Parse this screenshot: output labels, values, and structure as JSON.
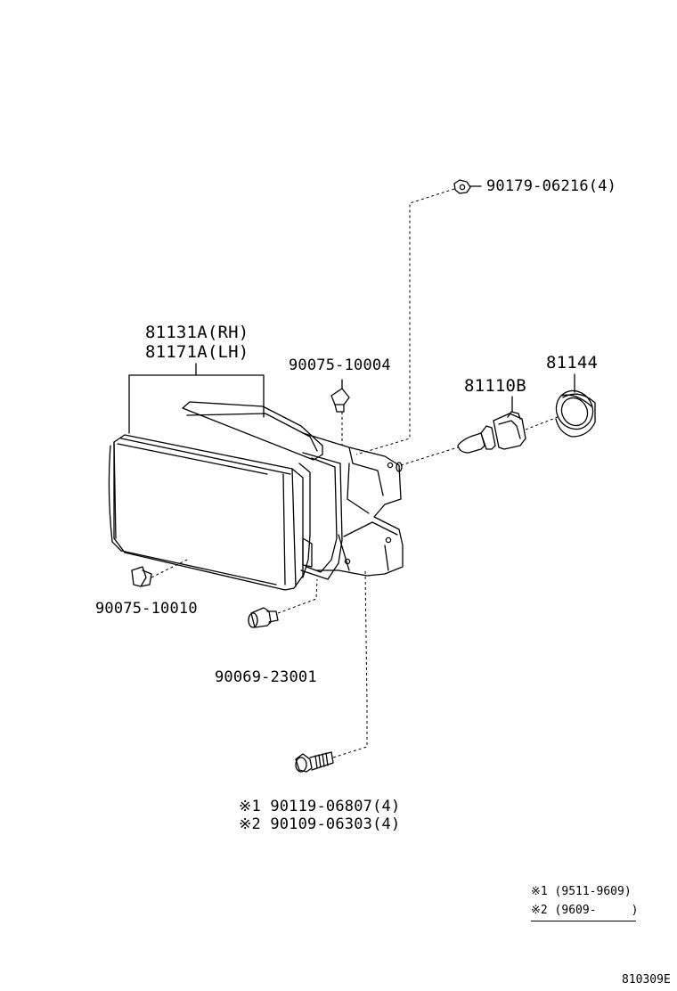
{
  "labels": {
    "p81131a": "81131A(RH)",
    "p81171a": "81171A(LH)",
    "p90075_10004": "90075-10004",
    "p90179": "90179-06216(4)",
    "p81144": "81144",
    "p81110b": "81110B",
    "p90075_10010": "90075-10010",
    "p90069": "90069-23001",
    "p90119": "※1 90119-06807(4)",
    "p90109": "※2 90109-06303(4)"
  },
  "legend": {
    "note1": "※1 (9511-9609)",
    "note2": "※2 (9609-     )"
  },
  "figure_code": "810309E",
  "colors": {
    "ink": "#000000",
    "paper": "#ffffff"
  },
  "parts": [
    "headlamp-assembly-icon",
    "bulb-icon",
    "socket-cover-icon",
    "clip-icon",
    "nut-icon",
    "bolt-icon",
    "retainer-icon",
    "pin-icon"
  ]
}
